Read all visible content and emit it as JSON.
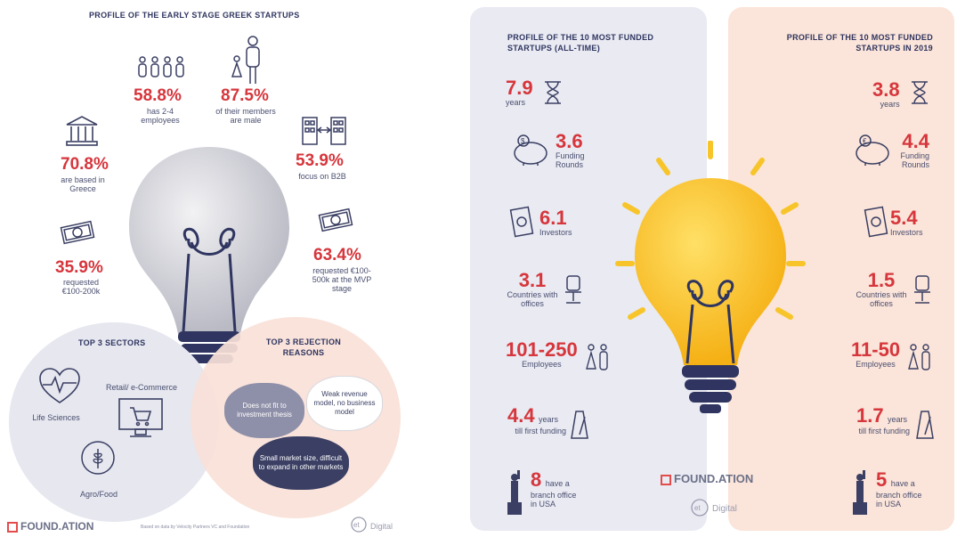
{
  "left": {
    "title": "PROFILE OF THE EARLY STAGE GREEK STARTUPS",
    "stats": [
      {
        "value": "58.8%",
        "label": "has 2-4 employees"
      },
      {
        "value": "87.5%",
        "label": "of their members are male"
      },
      {
        "value": "70.8%",
        "label": "are based in Greece"
      },
      {
        "value": "53.9%",
        "label": "focus on B2B"
      },
      {
        "value": "35.9%",
        "label": "requested €100-200k"
      },
      {
        "value": "63.4%",
        "label": "requested €100-500k at the MVP stage"
      }
    ],
    "sectors": {
      "title": "TOP 3 SECTORS",
      "items": [
        "Retail/ e-Commerce",
        "Life Sciences",
        "Agro/Food"
      ]
    },
    "rejections": {
      "title": "TOP 3 REJECTION REASONS",
      "items": [
        "Does not fit to investment thesis",
        "Weak revenue model, no business model",
        "Small market size, difficult to expand in other markets"
      ]
    },
    "footer_logo": "FOUND.ATION",
    "footer_note": "Based on data by Velocity Partners VC and Foundation",
    "digital": "Digital"
  },
  "right": {
    "all_time": {
      "title": "PROFILE OF THE 10 MOST FUNDED STARTUPS (ALL-TIME)",
      "stats": [
        {
          "value": "7.9",
          "label": "years"
        },
        {
          "value": "3.6",
          "label": "Funding Rounds"
        },
        {
          "value": "6.1",
          "label": "Investors"
        },
        {
          "value": "3.1",
          "label": "Countries with offices"
        },
        {
          "value": "101-250",
          "label": "Employees"
        },
        {
          "value": "4.4",
          "unit": "years",
          "label": "till first funding"
        },
        {
          "value": "8",
          "unit": "have a",
          "label": "branch office in USA"
        }
      ]
    },
    "in_2019": {
      "title": "PROFILE OF THE 10 MOST FUNDED STARTUPS IN 2019",
      "stats": [
        {
          "value": "3.8",
          "label": "years"
        },
        {
          "value": "4.4",
          "label": "Funding Rounds"
        },
        {
          "value": "5.4",
          "label": "Investors"
        },
        {
          "value": "1.5",
          "label": "Countries with offices"
        },
        {
          "value": "11-50",
          "label": "Employees"
        },
        {
          "value": "1.7",
          "unit": "years",
          "label": "till first funding"
        },
        {
          "value": "5",
          "unit": "have a",
          "label": "branch office in USA"
        }
      ]
    },
    "logo": "FOUND.ATION",
    "digital": "Digital"
  },
  "colors": {
    "accent_red": "#d6363c",
    "navy": "#2f3560",
    "bulb_yellow": "#f7bd1e"
  }
}
